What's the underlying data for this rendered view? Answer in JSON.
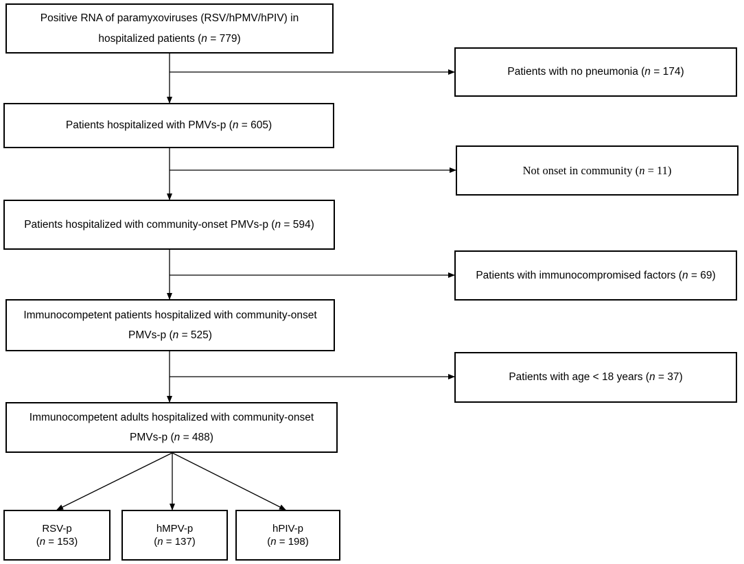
{
  "boxes": {
    "b1": {
      "line1": "Positive  RNA of paramyxoviruses (RSV/hPMV/hPIV) in",
      "line2_pre": "hospitalized patients (",
      "n_label": "n",
      "line2_post": " = 779)"
    },
    "e1": {
      "pre": "Patients with no pneumonia (",
      "n_label": "n",
      "post": " = 174)"
    },
    "b2": {
      "pre": "Patients hospitalized with PMVs-p (",
      "n_label": "n",
      "post": " = 605)"
    },
    "e2": {
      "pre": "Not onset in community (",
      "n_label": "n",
      "post": " = 11)"
    },
    "b3": {
      "pre": "Patients hospitalized with community-onset PMVs-p  (",
      "n_label": "n",
      "post": " = 594)"
    },
    "e3": {
      "pre": "Patients with immunocompromised factors (",
      "n_label": "n",
      "post": " = 69)"
    },
    "b4": {
      "line1": "Immunocompetent patients hospitalized with community-onset",
      "line2_pre": "PMVs-p  (",
      "n_label": "n",
      "line2_post": " = 525)"
    },
    "e4": {
      "pre": "Patients with age < 18 years (",
      "n_label": "n",
      "post": " = 37)"
    },
    "b5": {
      "line1": "Immunocompetent adults hospitalized with community-onset",
      "line2_pre": "PMVs-p  (",
      "n_label": "n",
      "line2_post": " = 488)"
    },
    "rsv": {
      "name": "RSV-p",
      "pre": "(",
      "n_label": "n",
      "post": " = 153)"
    },
    "hmpv": {
      "name": "hMPV-p",
      "pre": "(",
      "n_label": "n",
      "post": " = 137)"
    },
    "hpiv": {
      "name": "hPIV-p",
      "pre": "(",
      "n_label": "n",
      "post": " = 198)"
    }
  },
  "colors": {
    "stroke": "#000000",
    "background": "#ffffff"
  }
}
